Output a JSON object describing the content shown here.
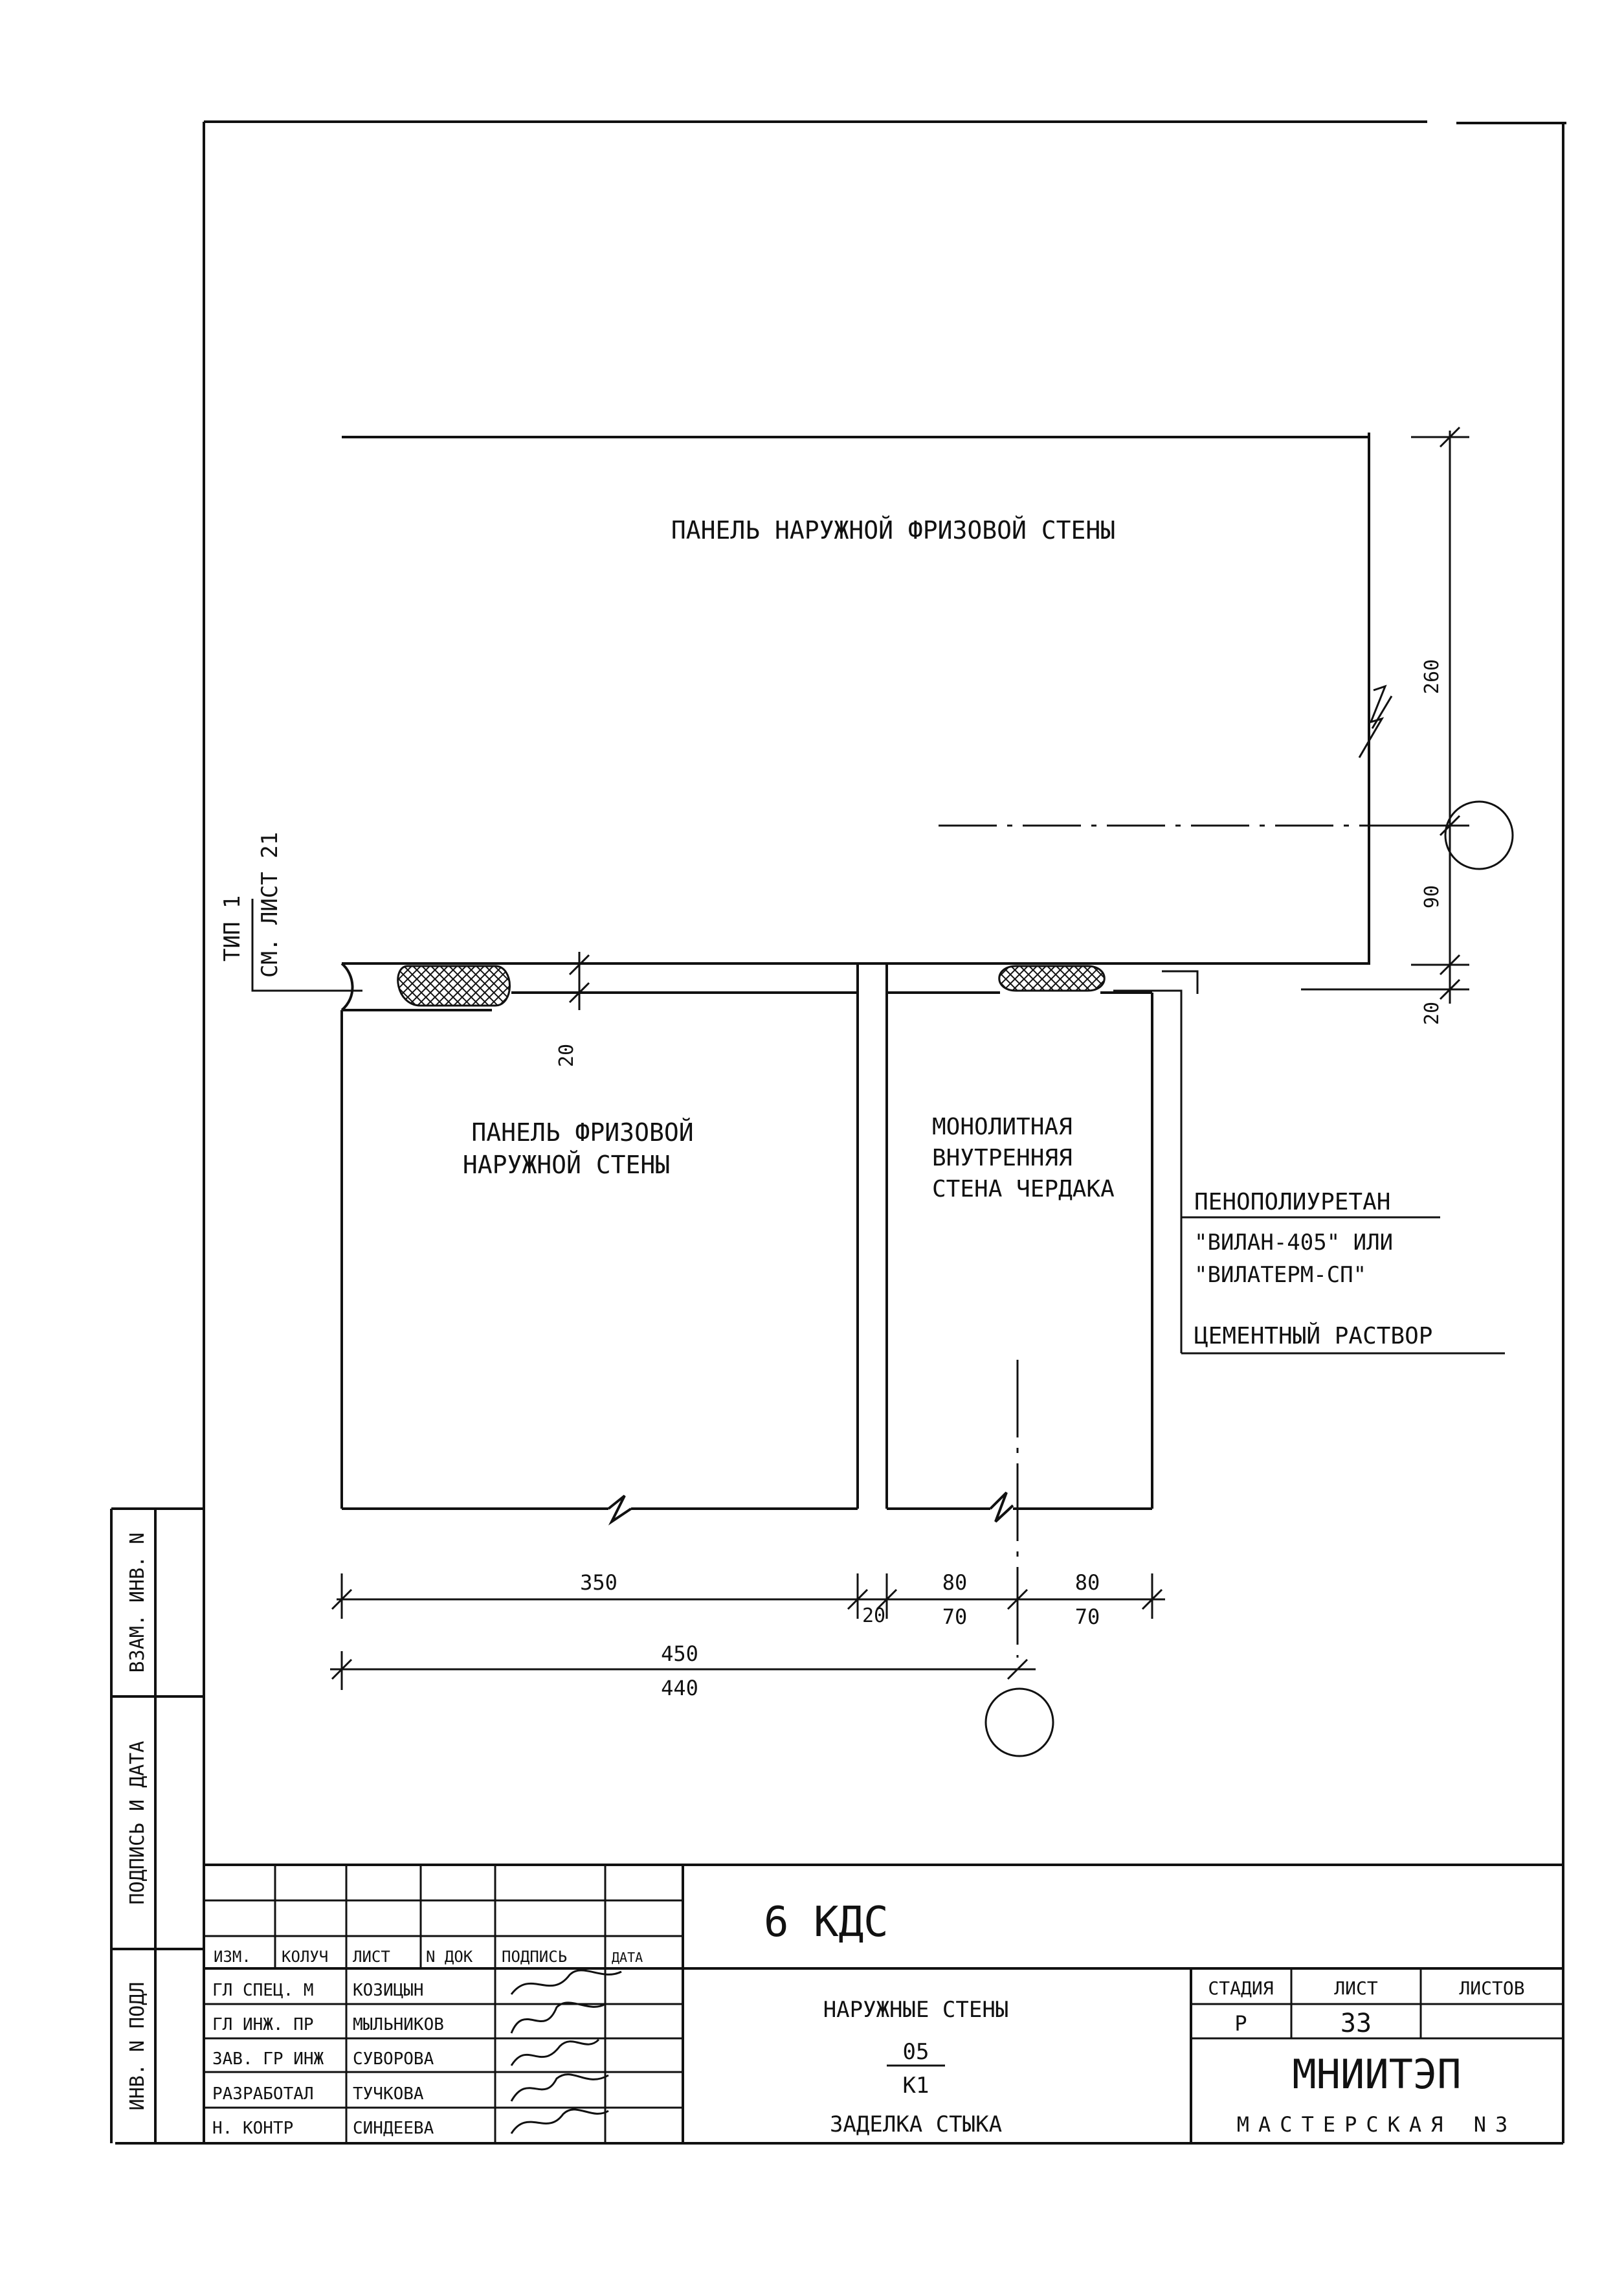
{
  "drawing": {
    "top_panel_label": "ПАНЕЛЬ НАРУЖНОЙ ФРИЗОВОЙ СТЕНЫ",
    "left_panel_label": [
      "ПАНЕЛЬ ФРИЗОВОЙ",
      "НАРУЖНОЙ СТЕНЫ"
    ],
    "right_panel_label": [
      "МОНОЛИТНАЯ",
      "ВНУТРЕННЯЯ",
      "СТЕНА ЧЕРДАКА"
    ],
    "type_ref": [
      "ТИП 1",
      "СМ. ЛИСТ 21"
    ],
    "callout_foam": [
      "ПЕНОПОЛИУРЕТАН",
      "\"ВИЛАН-405\" ИЛИ",
      "\"ВИЛАТЕРМ-СП\""
    ],
    "callout_mortar": "ЦЕМЕНТНЫЙ РАСТВОР",
    "dimensions": {
      "v_260": "260",
      "v_90": "90",
      "v_20_right": "20",
      "v_20_left": "20",
      "h_350": "350",
      "h_20": "20",
      "h_80_a": "80",
      "h_70_a": "70",
      "h_80_b": "80",
      "h_70_b": "70",
      "h_450": "450",
      "h_440": "440"
    }
  },
  "side_stamp": {
    "inv_vzam": "ВЗАМ. ИНВ. N",
    "podpis_data": "ПОДПИСЬ И ДАТА",
    "inv_podl": "ИНВ. N ПОДЛ"
  },
  "title_block": {
    "code": "6 КДС",
    "header_cols": [
      "ИЗМ.",
      "КОЛУЧ",
      "ЛИСТ",
      "N ДОК",
      "ПОДПИСЬ",
      "ДАТА"
    ],
    "people": [
      {
        "role": "ГЛ СПЕЦ. М",
        "name": "КОЗИЦЫН"
      },
      {
        "role": "ГЛ ИНЖ. ПР",
        "name": "МЫЛЬНИКОВ"
      },
      {
        "role": "ЗАВ. ГР ИНЖ",
        "name": "СУВОРОВА"
      },
      {
        "role": "РАЗРАБОТАЛ",
        "name": "ТУЧКОВА"
      },
      {
        "role": "Н. КОНТР",
        "name": "СИНДЕЕВА"
      }
    ],
    "description": {
      "line1": "НАРУЖНЫЕ СТЕНЫ",
      "num": "05",
      "sub": "К1",
      "line2": "ЗАДЕЛКА СТЫКА"
    },
    "stage_header": "СТАДИЯ",
    "sheet_header": "ЛИСТ",
    "sheets_header": "ЛИСТОВ",
    "stage": "Р",
    "sheet": "33",
    "sheets": "",
    "org": "МНИИТЭП",
    "workshop": "МАСТЕРСКАЯ N3"
  }
}
